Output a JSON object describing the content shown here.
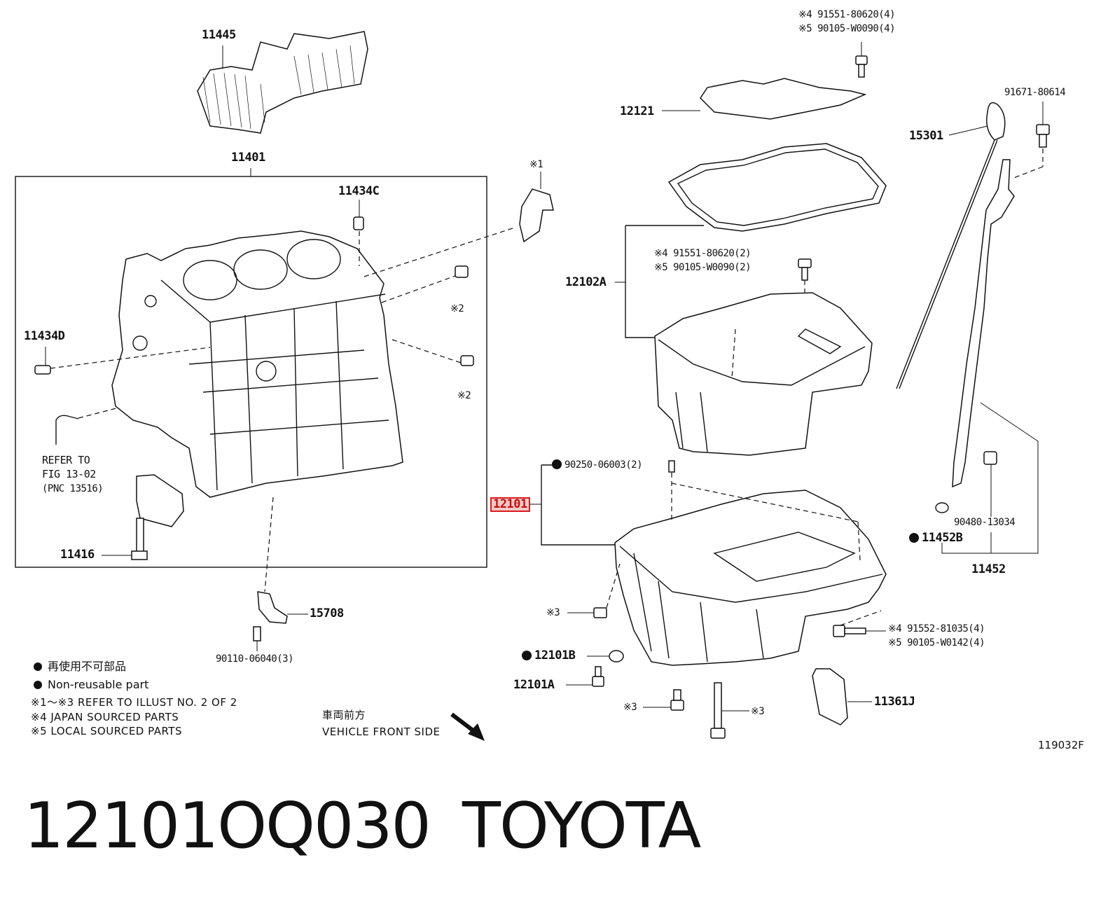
{
  "labels": {
    "p11445": "11445",
    "p11401": "11401",
    "p11434C": "11434C",
    "p11434D": "11434D",
    "note1": "※1",
    "note2a": "※2",
    "note2b": "※2",
    "refer1": "REFER TO",
    "refer2": "FIG 13-02",
    "refer3": "(PNC 13516)",
    "p11416": "11416",
    "p15708": "15708",
    "p90110": "90110-06040(3)",
    "bolt_top_4": "※4 91551-80620(4)",
    "bolt_top_5": "※5 90105-W0090(4)",
    "p12121": "12121",
    "p12102A": "12102A",
    "bolt_mid_4": "※4 91551-80620(2)",
    "bolt_mid_5": "※5 90105-W0090(2)",
    "p91671": "91671-80614",
    "p15301": "15301",
    "p90250": "90250-06003(2)",
    "p12101": "12101",
    "p90480": "90480-13034",
    "p11452B": "11452B",
    "p11452": "11452",
    "note3a": "※3",
    "bolt_bot_4": "※4 91552-81035(4)",
    "bolt_bot_5": "※5 90105-W0142(4)",
    "p12101B": "12101B",
    "p12101A": "12101A",
    "note3b": "※3",
    "note3c": "※3",
    "p11361J": "11361J"
  },
  "legend": {
    "nonreusable_jp": "再使用不可部品",
    "nonreusable_en": "Non-reusable part",
    "note_1_3": "※1～※3  REFER TO ILLUST NO. 2 OF 2",
    "note_4": "※4 JAPAN SOURCED PARTS",
    "note_5": "※5 LOCAL SOURCED PARTS",
    "front_jp": "車両前方",
    "front_en": "VEHICLE FRONT SIDE"
  },
  "figure_id": "119032F",
  "title": {
    "part_number": "12101OQ030",
    "brand": "TOYOTA"
  },
  "colors": {
    "highlight_border": "#d81e1e",
    "highlight_fill": "#f3c8c8",
    "ink": "#111111"
  }
}
